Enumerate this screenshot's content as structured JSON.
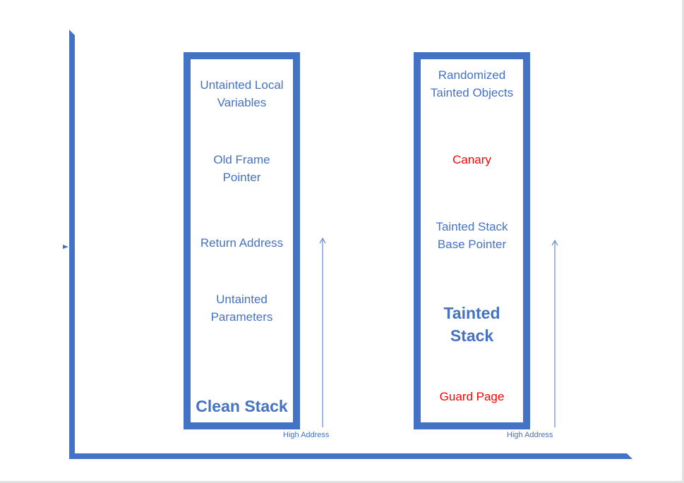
{
  "clean_stack": {
    "cells": [
      {
        "name": "untainted-local-variables",
        "text": "Untainted Local\nVariables",
        "color": "#4472c4"
      },
      {
        "name": "old-frame-pointer",
        "text": "Old Frame\nPointer",
        "color": "#4472c4"
      },
      {
        "name": "return-address",
        "text": "Return Address",
        "color": "#4472c4"
      },
      {
        "name": "untainted-parameters",
        "text": "Untainted\nParameters",
        "color": "#4472c4"
      }
    ],
    "title": "Clean Stack",
    "high_address_label": "High Address"
  },
  "tainted_stack": {
    "cells": [
      {
        "name": "randomized-tainted-objects",
        "text": "Randomized\nTainted Objects",
        "color": "#4472c4"
      },
      {
        "name": "canary",
        "text": "Canary",
        "color": "#ff0000"
      },
      {
        "name": "tainted-stack-base-pointer",
        "text": "Tainted Stack\nBase Pointer",
        "color": "#4472c4"
      },
      {
        "name": "guard-page",
        "text": "Guard Page",
        "color": "#ff0000"
      }
    ],
    "title": "Tainted\nStack",
    "high_address_label": "High Address"
  },
  "colors": {
    "accent": "#4472c4",
    "warning": "#ff0000",
    "border": "#e2e2e2"
  }
}
